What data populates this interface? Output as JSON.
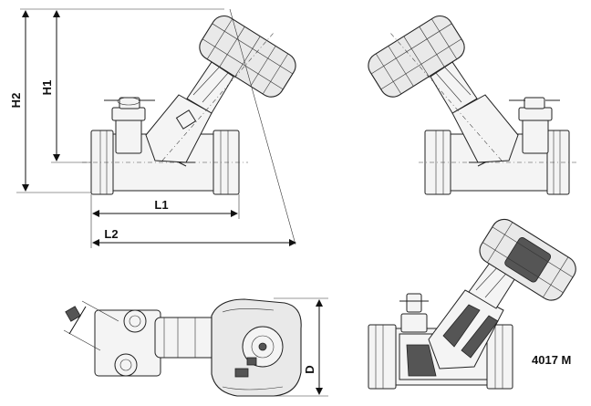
{
  "dimensions": {
    "h2": "H2",
    "h1": "H1",
    "l1": "L1",
    "l2": "L2",
    "d": "D"
  },
  "model_code": "4017 M",
  "colors": {
    "line": "#222222",
    "fill": "#f4f4f4",
    "background": "#ffffff"
  }
}
